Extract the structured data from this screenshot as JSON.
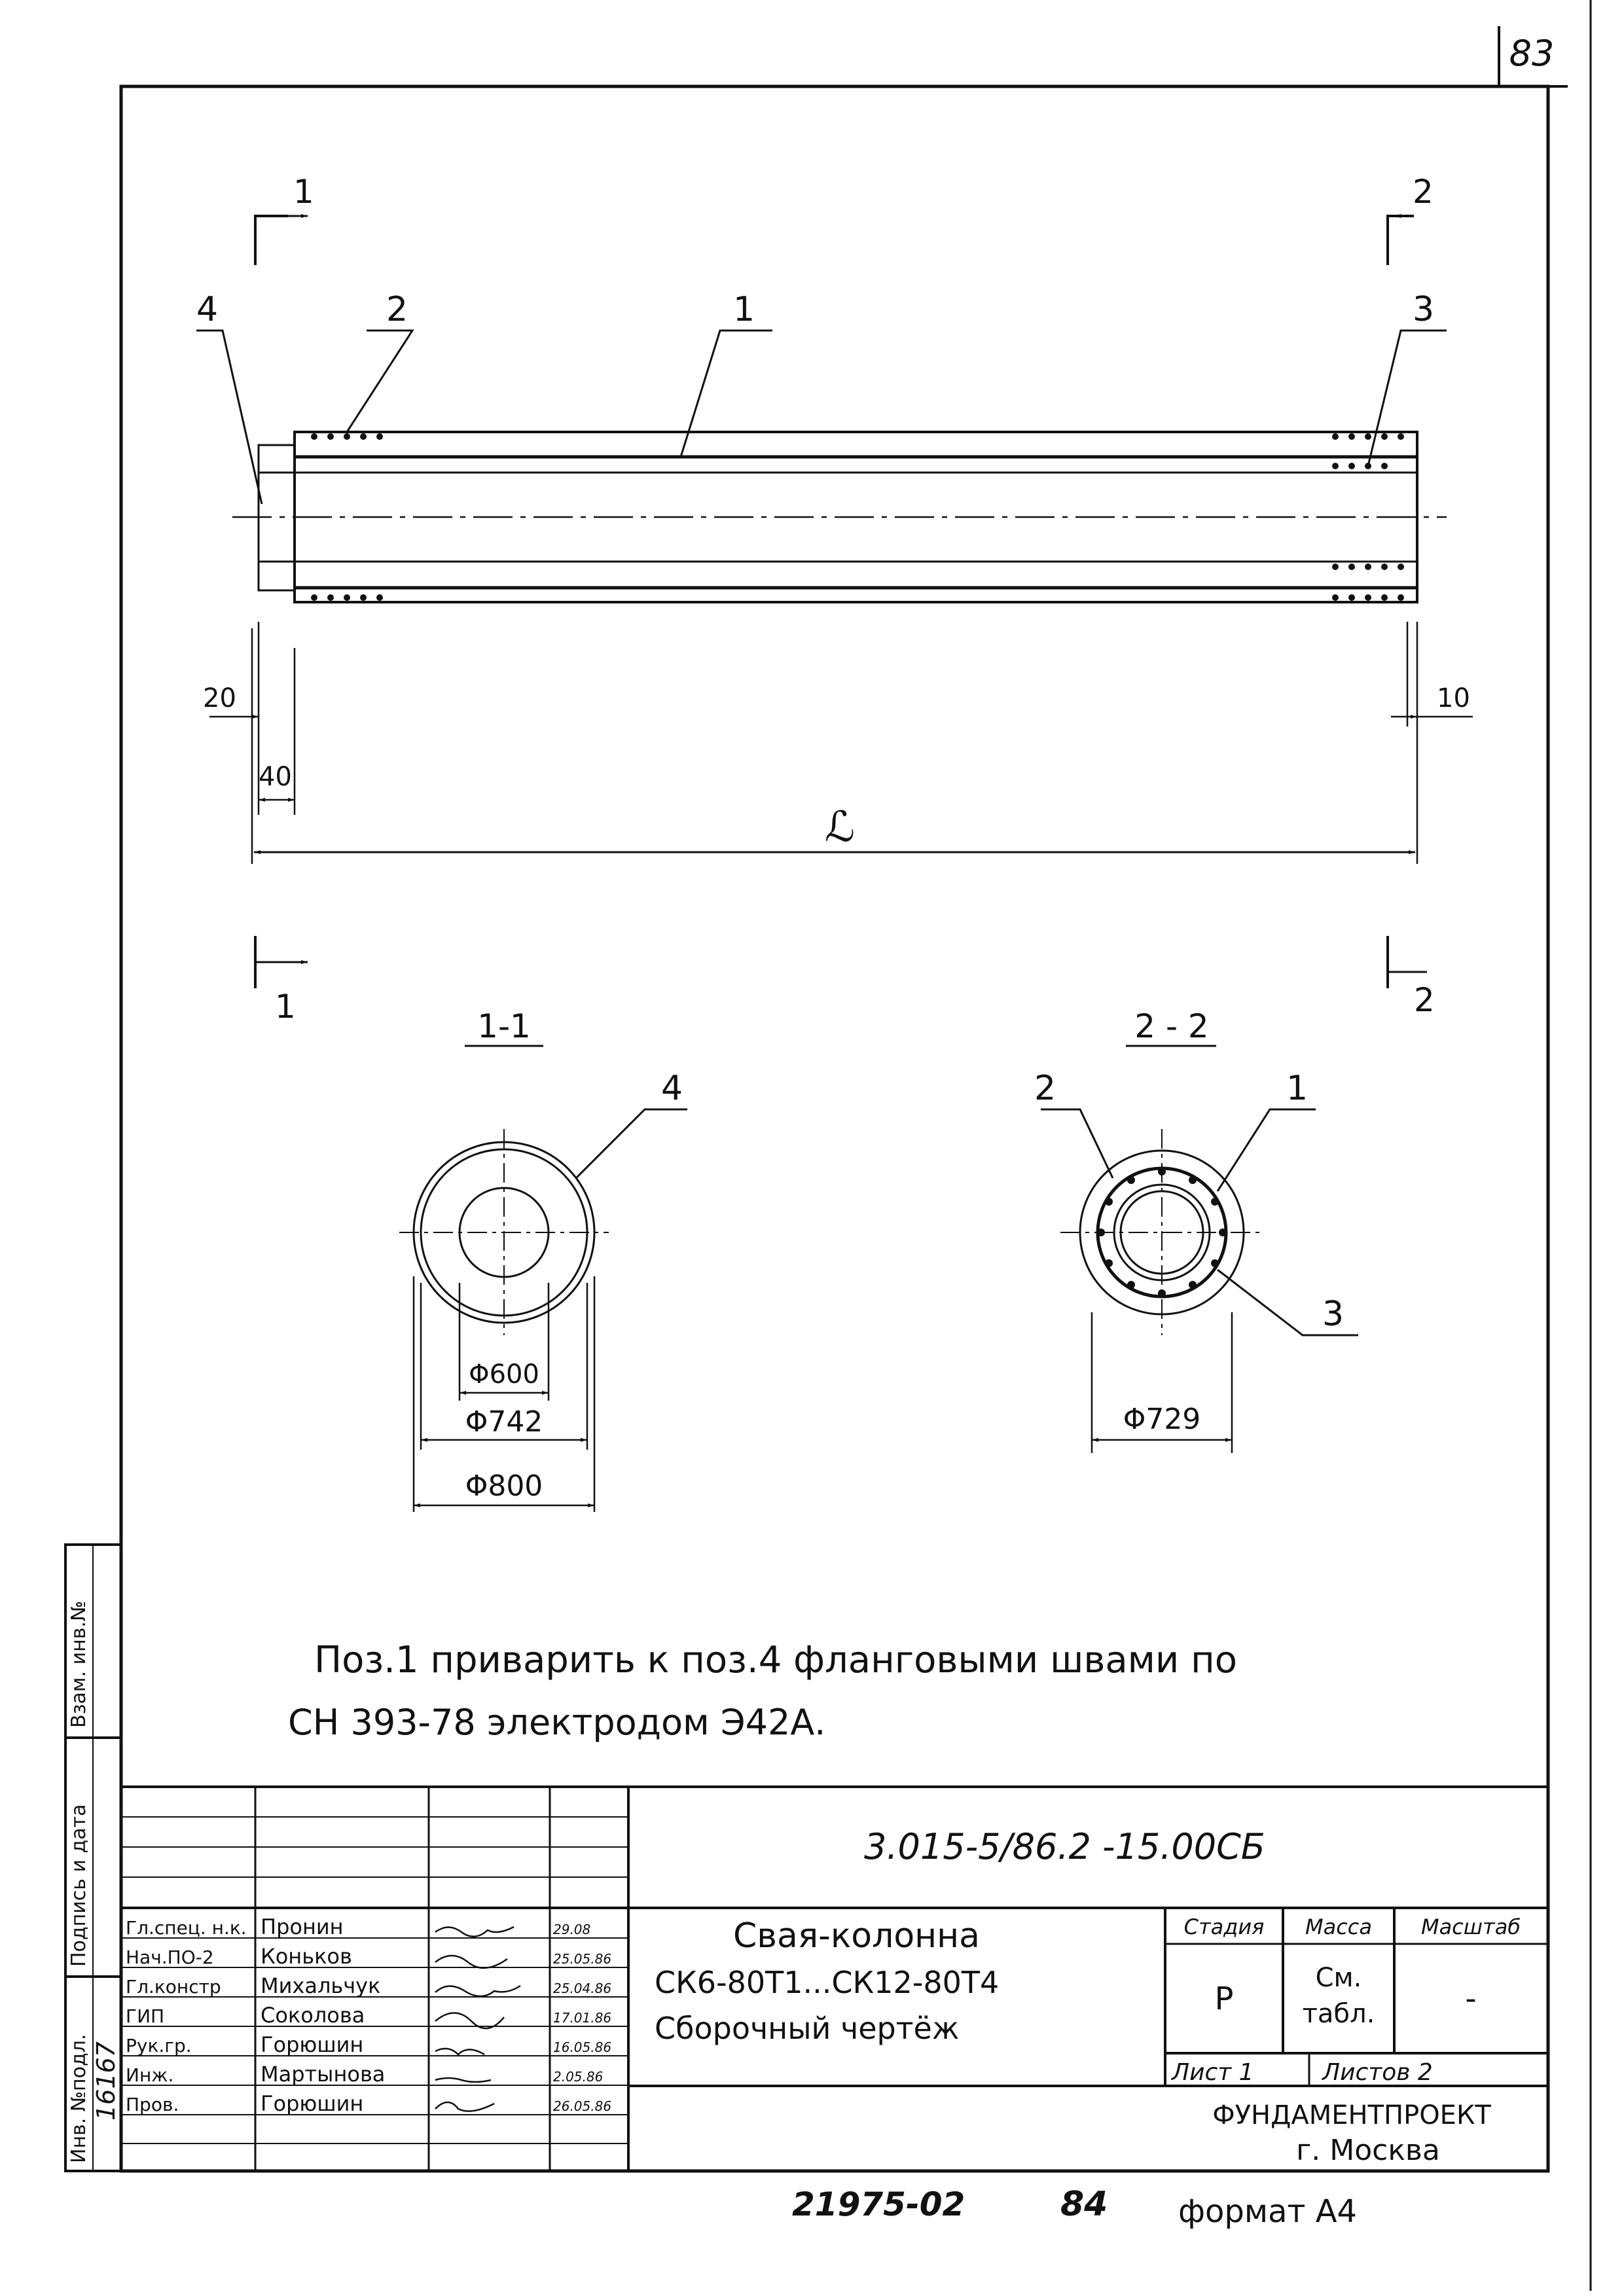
{
  "page": {
    "number": "83",
    "bottom_number": "84",
    "archive_number": "21975-02",
    "format_label": "формат А4"
  },
  "colors": {
    "ink": "#111111",
    "paper": "#ffffff"
  },
  "elevation": {
    "section_cut_left": "1",
    "section_cut_right": "2",
    "callouts": [
      "4",
      "2",
      "1",
      "3"
    ],
    "dim_left_outer": "20",
    "dim_left_inner": "40",
    "dim_right": "10",
    "dim_length": "ℒ"
  },
  "section_1_1": {
    "title": "1-1",
    "callout": "4",
    "dims": [
      "Φ600",
      "Φ742",
      "Φ800"
    ]
  },
  "section_2_2": {
    "title": "2 - 2",
    "callouts": [
      "2",
      "1",
      "3"
    ],
    "dim": "Φ729"
  },
  "notes": {
    "line1": "Поз.1 приварить к поз.4 фланговыми швами по",
    "line2": "СН 393-78 электродом Э42А."
  },
  "side_stamp": {
    "vzam": "Взам. инв.№",
    "podpis": "Подпись и дата",
    "inv": "Инв. №подл.",
    "inv_value": "16167"
  },
  "title_block": {
    "doc_code": "3.015-5/86.2 -15.00СБ",
    "name_line1": "Свая-колонна",
    "name_line2": "СК6-80Т1...СК12-80Т4",
    "name_line3": "Сборочный чертёж",
    "stage_header": "Стадия",
    "stage_value": "Р",
    "mass_header": "Масса",
    "mass_value_1": "См.",
    "mass_value_2": "табл.",
    "scale_header": "Масштаб",
    "scale_value": "-",
    "sheet_label": "Лист 1",
    "sheets_label": "Листов 2",
    "org_line1": "ФУНДАМЕНТПРОЕКТ",
    "org_line2": "г. Москва",
    "people": [
      {
        "role": "Гл.спец. н.к.",
        "name": "Пронин",
        "date": "29.08"
      },
      {
        "role": "Нач.ПО-2",
        "name": "Коньков",
        "date": "25.05.86"
      },
      {
        "role": "Гл.констр",
        "name": "Михальчук",
        "date": "25.04.86"
      },
      {
        "role": "ГИП",
        "name": "Соколова",
        "date": "17.01.86"
      },
      {
        "role": "Рук.гр.",
        "name": "Горюшин",
        "date": "16.05.86"
      },
      {
        "role": "Инж.",
        "name": "Мартынова",
        "date": "2.05.86"
      },
      {
        "role": "Пров.",
        "name": "Горюшин",
        "date": "26.05.86"
      }
    ]
  }
}
